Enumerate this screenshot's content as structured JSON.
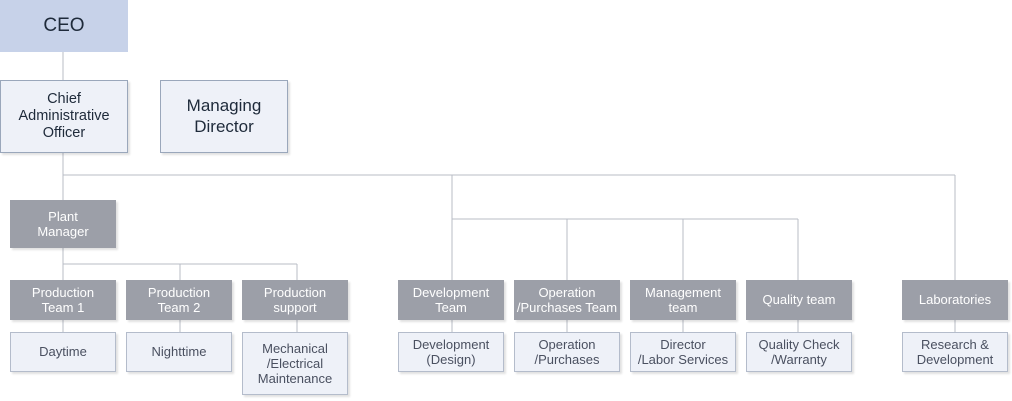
{
  "org": {
    "ceo": "CEO",
    "cao": "Chief\nAdministrative\nOfficer",
    "managing_director": "Managing\nDirector",
    "plant_manager": "Plant\nManager",
    "teams": [
      {
        "label": "Production\nTeam 1",
        "sub": "Daytime"
      },
      {
        "label": "Production\nTeam 2",
        "sub": "Nighttime"
      },
      {
        "label": "Production\nsupport",
        "sub": "Mechanical\n/Electrical\nMaintenance"
      },
      {
        "label": "Development\nTeam",
        "sub": "Development\n(Design)"
      },
      {
        "label": "Operation\n/Purchases Team",
        "sub": "Operation\n/Purchases"
      },
      {
        "label": "Management\nteam",
        "sub": "Director\n/Labor Services"
      },
      {
        "label": "Quality team",
        "sub": "Quality Check\n/Warranty"
      },
      {
        "label": "Laboratories",
        "sub": "Research &\nDevelopment"
      }
    ]
  },
  "colors": {
    "ceo_fill": "#c7d2e9",
    "executive_fill": "#eef1f8",
    "team_fill": "#9c9fa8",
    "connector_line": "#b8bcc6"
  }
}
